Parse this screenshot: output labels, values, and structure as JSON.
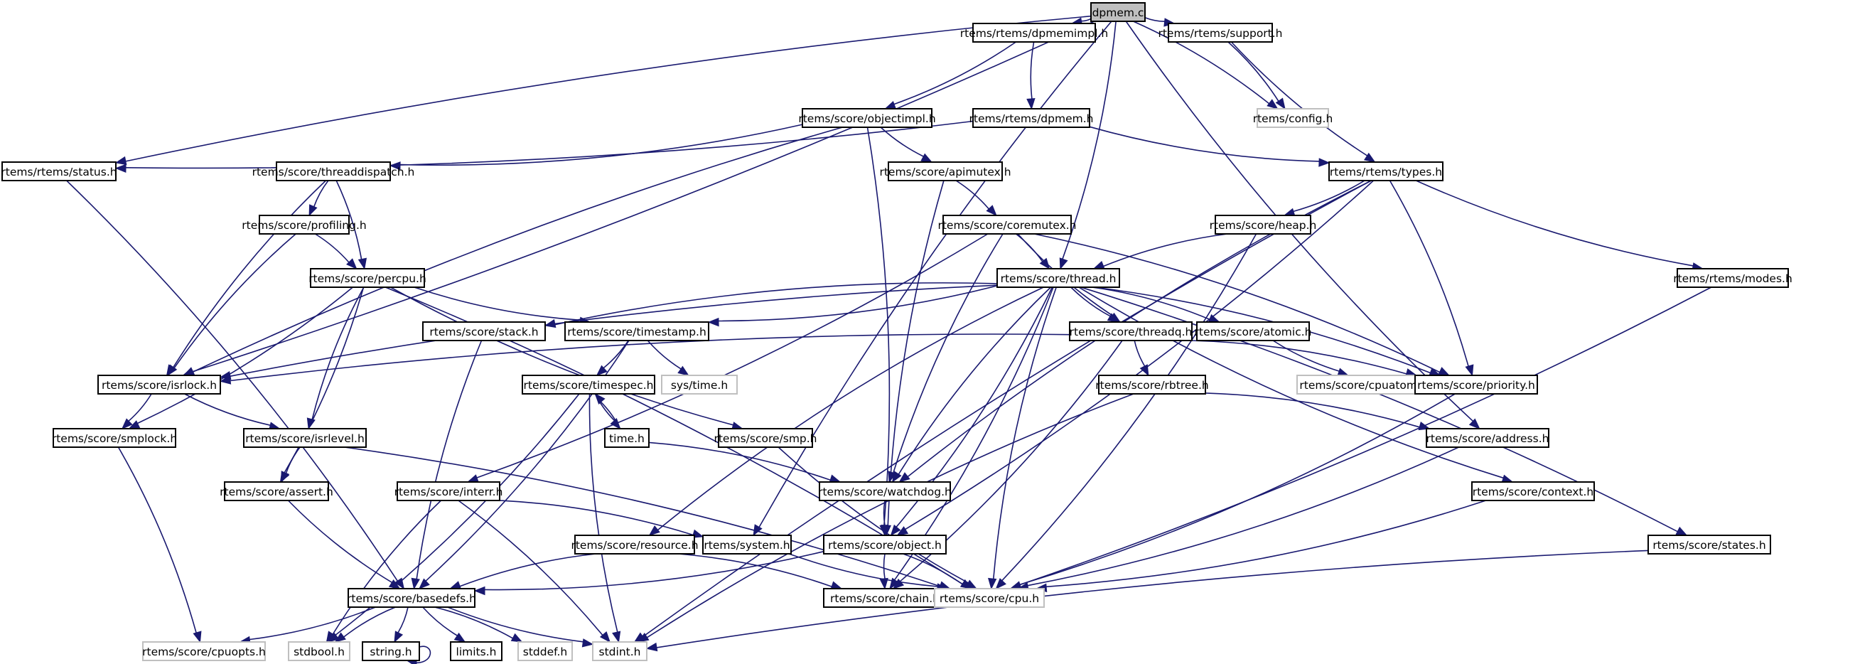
{
  "diagram": {
    "title": "dpmem.c include dependency graph",
    "colors": {
      "edge": "#191970",
      "root_fill": "#bfbfbf",
      "node_border": "#000000",
      "external_border": "#bfbfbf"
    },
    "nodes": [
      {
        "id": "dpmem_c",
        "label": "dpmem.c",
        "kind": "root"
      },
      {
        "id": "dpmemimpl",
        "label": "rtems/rtems/dpmemimpl.h",
        "kind": "normal"
      },
      {
        "id": "support",
        "label": "rtems/rtems/support.h",
        "kind": "normal"
      },
      {
        "id": "config",
        "label": "rtems/config.h",
        "kind": "external"
      },
      {
        "id": "objectimpl",
        "label": "rtems/score/objectimpl.h",
        "kind": "normal"
      },
      {
        "id": "dpmem_h",
        "label": "rtems/rtems/dpmem.h",
        "kind": "normal"
      },
      {
        "id": "status",
        "label": "rtems/rtems/status.h",
        "kind": "normal"
      },
      {
        "id": "threaddispatch",
        "label": "rtems/score/threaddispatch.h",
        "kind": "normal"
      },
      {
        "id": "apimutex",
        "label": "rtems/score/apimutex.h",
        "kind": "normal"
      },
      {
        "id": "types",
        "label": "rtems/rtems/types.h",
        "kind": "normal"
      },
      {
        "id": "profiling",
        "label": "rtems/score/profiling.h",
        "kind": "normal"
      },
      {
        "id": "coremutex",
        "label": "rtems/score/coremutex.h",
        "kind": "normal"
      },
      {
        "id": "heap",
        "label": "rtems/score/heap.h",
        "kind": "normal"
      },
      {
        "id": "percpu",
        "label": "rtems/score/percpu.h",
        "kind": "normal"
      },
      {
        "id": "thread",
        "label": "rtems/score/thread.h",
        "kind": "normal"
      },
      {
        "id": "modes",
        "label": "rtems/rtems/modes.h",
        "kind": "normal"
      },
      {
        "id": "stack",
        "label": "rtems/score/stack.h",
        "kind": "normal"
      },
      {
        "id": "timestamp",
        "label": "rtems/score/timestamp.h",
        "kind": "normal"
      },
      {
        "id": "threadq",
        "label": "rtems/score/threadq.h",
        "kind": "normal"
      },
      {
        "id": "atomic",
        "label": "rtems/score/atomic.h",
        "kind": "normal"
      },
      {
        "id": "isrlock",
        "label": "rtems/score/isrlock.h",
        "kind": "normal"
      },
      {
        "id": "systime",
        "label": "sys/time.h",
        "kind": "external"
      },
      {
        "id": "cpuatomic",
        "label": "rtems/score/cpuatomic.h",
        "kind": "external"
      },
      {
        "id": "priority",
        "label": "rtems/score/priority.h",
        "kind": "normal"
      },
      {
        "id": "timespec",
        "label": "rtems/score/timespec.h",
        "kind": "normal"
      },
      {
        "id": "rbtree",
        "label": "rtems/score/rbtree.h",
        "kind": "normal"
      },
      {
        "id": "smplock",
        "label": "rtems/score/smplock.h",
        "kind": "normal"
      },
      {
        "id": "isrlevel",
        "label": "rtems/score/isrlevel.h",
        "kind": "normal"
      },
      {
        "id": "time_h",
        "label": "time.h",
        "kind": "normal"
      },
      {
        "id": "smp",
        "label": "rtems/score/smp.h",
        "kind": "normal"
      },
      {
        "id": "address",
        "label": "rtems/score/address.h",
        "kind": "normal"
      },
      {
        "id": "assert",
        "label": "rtems/score/assert.h",
        "kind": "normal"
      },
      {
        "id": "interr",
        "label": "rtems/score/interr.h",
        "kind": "normal"
      },
      {
        "id": "watchdog",
        "label": "rtems/score/watchdog.h",
        "kind": "normal"
      },
      {
        "id": "context",
        "label": "rtems/score/context.h",
        "kind": "normal"
      },
      {
        "id": "resource",
        "label": "rtems/score/resource.h",
        "kind": "normal"
      },
      {
        "id": "system",
        "label": "rtems/system.h",
        "kind": "normal"
      },
      {
        "id": "object",
        "label": "rtems/score/object.h",
        "kind": "normal"
      },
      {
        "id": "states",
        "label": "rtems/score/states.h",
        "kind": "normal"
      },
      {
        "id": "basedefs",
        "label": "rtems/score/basedefs.h",
        "kind": "normal"
      },
      {
        "id": "chain",
        "label": "rtems/score/chain.h",
        "kind": "normal"
      },
      {
        "id": "cpu",
        "label": "rtems/score/cpu.h",
        "kind": "external"
      },
      {
        "id": "cpuopts",
        "label": "rtems/score/cpuopts.h",
        "kind": "external"
      },
      {
        "id": "stdbool",
        "label": "stdbool.h",
        "kind": "external"
      },
      {
        "id": "string",
        "label": "string.h",
        "kind": "normal"
      },
      {
        "id": "limits",
        "label": "limits.h",
        "kind": "normal"
      },
      {
        "id": "stddef",
        "label": "stddef.h",
        "kind": "external"
      },
      {
        "id": "stdint",
        "label": "stdint.h",
        "kind": "external"
      }
    ],
    "edges": [
      [
        "dpmem_c",
        "dpmemimpl"
      ],
      [
        "dpmem_c",
        "support"
      ],
      [
        "dpmem_c",
        "config"
      ],
      [
        "dpmem_c",
        "status"
      ],
      [
        "dpmem_c",
        "isrlock"
      ],
      [
        "dpmem_c",
        "system"
      ],
      [
        "dpmem_c",
        "thread"
      ],
      [
        "dpmem_c",
        "address"
      ],
      [
        "dpmemimpl",
        "objectimpl"
      ],
      [
        "dpmemimpl",
        "dpmem_h"
      ],
      [
        "support",
        "config"
      ],
      [
        "support",
        "types"
      ],
      [
        "objectimpl",
        "threaddispatch"
      ],
      [
        "objectimpl",
        "apimutex"
      ],
      [
        "objectimpl",
        "object"
      ],
      [
        "objectimpl",
        "isrlock"
      ],
      [
        "dpmem_h",
        "status"
      ],
      [
        "dpmem_h",
        "types"
      ],
      [
        "status",
        "basedefs"
      ],
      [
        "threaddispatch",
        "profiling"
      ],
      [
        "threaddispatch",
        "percpu"
      ],
      [
        "threaddispatch",
        "isrlock"
      ],
      [
        "apimutex",
        "coremutex"
      ],
      [
        "apimutex",
        "object"
      ],
      [
        "types",
        "heap"
      ],
      [
        "types",
        "modes"
      ],
      [
        "types",
        "priority"
      ],
      [
        "types",
        "watchdog"
      ],
      [
        "types",
        "object"
      ],
      [
        "types",
        "stdint"
      ],
      [
        "profiling",
        "percpu"
      ],
      [
        "profiling",
        "isrlock"
      ],
      [
        "coremutex",
        "thread"
      ],
      [
        "coremutex",
        "threadq"
      ],
      [
        "coremutex",
        "priority"
      ],
      [
        "coremutex",
        "watchdog"
      ],
      [
        "coremutex",
        "interr"
      ],
      [
        "heap",
        "thread"
      ],
      [
        "heap",
        "cpu"
      ],
      [
        "percpu",
        "timestamp"
      ],
      [
        "percpu",
        "smplock"
      ],
      [
        "percpu",
        "isrlevel"
      ],
      [
        "percpu",
        "assert"
      ],
      [
        "percpu",
        "smp"
      ],
      [
        "percpu",
        "cpu"
      ],
      [
        "thread",
        "stack"
      ],
      [
        "thread",
        "timestamp"
      ],
      [
        "thread",
        "threadq"
      ],
      [
        "thread",
        "atomic"
      ],
      [
        "thread",
        "isrlock"
      ],
      [
        "thread",
        "priority"
      ],
      [
        "thread",
        "watchdog"
      ],
      [
        "thread",
        "object"
      ],
      [
        "thread",
        "resource"
      ],
      [
        "thread",
        "chain"
      ],
      [
        "thread",
        "context"
      ],
      [
        "thread",
        "states"
      ],
      [
        "thread",
        "cpu"
      ],
      [
        "modes",
        "cpu"
      ],
      [
        "stack",
        "basedefs"
      ],
      [
        "timestamp",
        "timespec"
      ],
      [
        "timestamp",
        "systime"
      ],
      [
        "timestamp",
        "basedefs"
      ],
      [
        "threadq",
        "rbtree"
      ],
      [
        "threadq",
        "priority"
      ],
      [
        "threadq",
        "isrlock"
      ],
      [
        "threadq",
        "chain"
      ],
      [
        "atomic",
        "cpuatomic"
      ],
      [
        "isrlock",
        "smplock"
      ],
      [
        "isrlock",
        "isrlevel"
      ],
      [
        "priority",
        "cpu"
      ],
      [
        "timespec",
        "time_h"
      ],
      [
        "timespec",
        "stdbool"
      ],
      [
        "timespec",
        "stdint"
      ],
      [
        "rbtree",
        "address"
      ],
      [
        "rbtree",
        "stdint"
      ],
      [
        "smplock",
        "cpuopts"
      ],
      [
        "isrlevel",
        "assert"
      ],
      [
        "isrlevel",
        "cpu"
      ],
      [
        "time_h",
        "timespec"
      ],
      [
        "time_h",
        "watchdog"
      ],
      [
        "smp",
        "cpu"
      ],
      [
        "address",
        "cpu"
      ],
      [
        "assert",
        "basedefs"
      ],
      [
        "interr",
        "system"
      ],
      [
        "interr",
        "stdbool"
      ],
      [
        "interr",
        "stdint"
      ],
      [
        "watchdog",
        "object"
      ],
      [
        "context",
        "cpu"
      ],
      [
        "resource",
        "basedefs"
      ],
      [
        "resource",
        "chain"
      ],
      [
        "system",
        "cpu"
      ],
      [
        "object",
        "basedefs"
      ],
      [
        "object",
        "chain"
      ],
      [
        "object",
        "cpu"
      ],
      [
        "states",
        "stdint"
      ],
      [
        "basedefs",
        "cpuopts"
      ],
      [
        "basedefs",
        "stdbool"
      ],
      [
        "basedefs",
        "string"
      ],
      [
        "basedefs",
        "limits"
      ],
      [
        "basedefs",
        "stddef"
      ],
      [
        "basedefs",
        "stdint"
      ],
      [
        "string",
        "string"
      ]
    ]
  }
}
